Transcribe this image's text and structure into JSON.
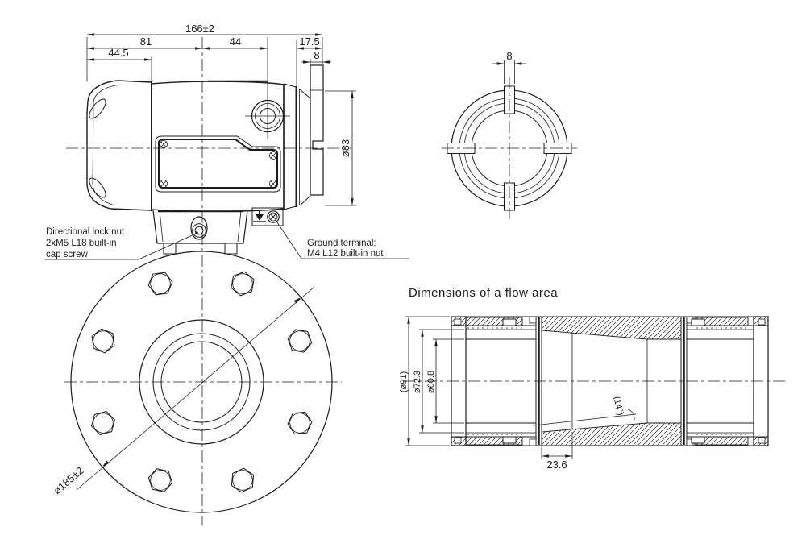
{
  "colors": {
    "line": "#1c1c1c",
    "background": "#ffffff"
  },
  "flow_section_title": "Dimensions of a flow area",
  "side_view": {
    "dim_overall": "166±2",
    "dim_left_body": "81",
    "dim_body_to_port": "44",
    "dim_front_cover": "44.5",
    "dim_rear": "17.5",
    "dim_tab": "8",
    "dim_housing_dia": "ø83",
    "lock_nut_note": {
      "line1": "Directional lock nut",
      "line2": "2xM5 L18 built-in",
      "line3": "cap screw"
    },
    "ground_note": {
      "line1": "Ground terminal:",
      "line2": "M4 L12 built-in nut"
    }
  },
  "flange_view": {
    "dim_bolt_circle": "ø185±2"
  },
  "rear_view": {
    "dim_tab_width": "8"
  },
  "flow_view": {
    "dim_outer_dia": "(ø91)",
    "dim_pipe_dia": "ø72.3",
    "dim_bore_dia": "ø60.8",
    "dim_throat_length": "23.6",
    "dim_taper_angle": "(14°)"
  }
}
